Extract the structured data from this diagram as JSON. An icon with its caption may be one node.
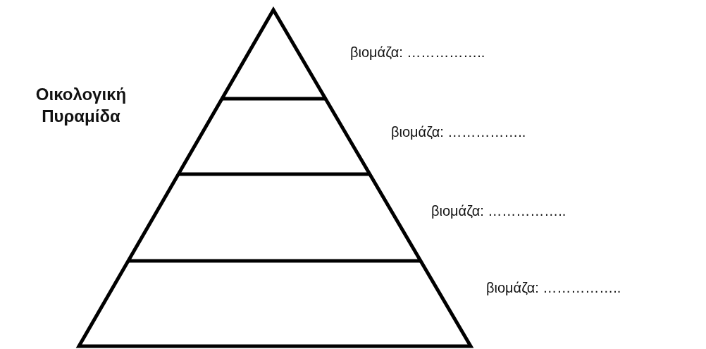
{
  "diagram": {
    "title": "Οικολογική Πυραμίδα",
    "labels": [
      "βιομάζα: ……………..",
      "βιομάζα: ……………..",
      "βιομάζα: ……………..",
      "βιομάζα: …………….."
    ]
  }
}
